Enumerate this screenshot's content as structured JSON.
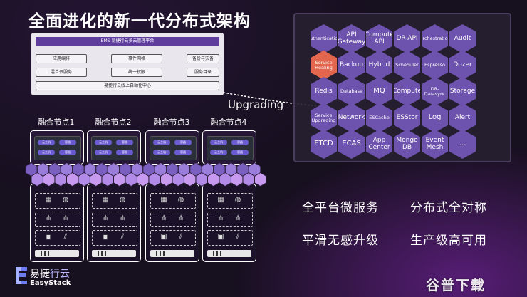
{
  "title": "全面进化的新一代分布式架构",
  "platform": {
    "header": "EMS 易捷行云多云管理平台",
    "buttons": [
      "应用编排",
      "事件网格",
      "备份与灾备",
      "混合云服务",
      "统一权限",
      "服务目录"
    ],
    "footer": "易捷行云线上自动化中心"
  },
  "upgrading": "Upgrading",
  "nodes": [
    {
      "label": "融合节点1",
      "pill_a": "云主机",
      "pill_b": "容器"
    },
    {
      "label": "融合节点2",
      "pill_a": "云主机",
      "pill_b": "容器"
    },
    {
      "label": "融合节点3",
      "pill_a": "云主机",
      "pill_b": "容器"
    },
    {
      "label": "融合节点4",
      "pill_a": "云主机",
      "pill_b": "容器"
    }
  ],
  "features": [
    "全平台微服务",
    "分布式全对称",
    "平滑无感升级",
    "生产级高可用"
  ],
  "services": [
    [
      "Authentication",
      "API Gateway",
      "Compute API",
      "DR-API",
      "Orchestration",
      "Audit"
    ],
    [
      "Service Healing",
      "Backup",
      "Hybrid",
      "Scheduler",
      "Espresso",
      "Dozer"
    ],
    [
      "Redis",
      "Database",
      "MQ",
      "Compute",
      "DR-Datasync",
      "Storage"
    ],
    [
      "Service Upgrading",
      "Network",
      "ESCache",
      "ESStor",
      "Log",
      "Alert"
    ],
    [
      "ETCD",
      "ECAS",
      "App Center",
      "Mongo DB",
      "Event Mesh",
      "..."
    ]
  ],
  "highlight_service": "Service Healing",
  "colors": {
    "hex": "#6d52ae",
    "highlight": "#e3664f",
    "background": "#17101f"
  },
  "logo": {
    "cn_a": "易捷",
    "cn_b": "行云",
    "en": "EasyStack"
  },
  "watermark": "谷普下载"
}
